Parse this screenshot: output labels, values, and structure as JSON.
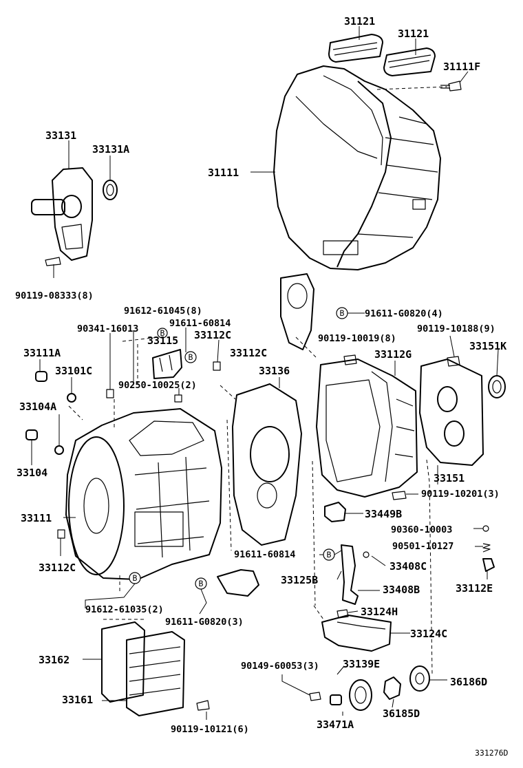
{
  "diagram_id": "331276D",
  "marker_symbol": "B",
  "callouts": {
    "c31121a": "31121",
    "c31121b": "31121",
    "c31111F": "31111F",
    "c33131": "33131",
    "c33131A": "33131A",
    "c31111": "31111",
    "c90119_08333": "90119-08333(8)",
    "c91612_61045": "91612-61045(8)",
    "c91611_G0820_4": "91611-G0820(4)",
    "c90341_16013": "90341-16013",
    "c91611_60814a": "91611-60814",
    "c90119_10019": "90119-10019(8)",
    "c90119_10188": "90119-10188(9)",
    "c33115": "33115",
    "c33112C_a": "33112C",
    "c33111A": "33111A",
    "c33112C_b": "33112C",
    "c33112G": "33112G",
    "c33151K": "33151K",
    "c33101C": "33101C",
    "c90250_10025": "90250-10025(2)",
    "c33136": "33136",
    "c33104A": "33104A",
    "c33104": "33104",
    "c33151": "33151",
    "c90119_10201": "90119-10201(3)",
    "c33111": "33111",
    "c33449B": "33449B",
    "c90360_10003": "90360-10003",
    "c90501_10127": "90501-10127",
    "c33112C_c": "33112C",
    "c91611_60814b": "91611-60814",
    "c33408C": "33408C",
    "c33125B": "33125B",
    "c33408B": "33408B",
    "c33112E": "33112E",
    "c91612_61035": "91612-61035(2)",
    "c33124H": "33124H",
    "c91611_G0820_3": "91611-G0820(3)",
    "c33124C": "33124C",
    "c33162": "33162",
    "c90149_60053": "90149-60053(3)",
    "c33139E": "33139E",
    "c36186D": "36186D",
    "c33161": "33161",
    "c36185D": "36185D",
    "c90119_10121": "90119-10121(6)",
    "c33471A": "33471A"
  }
}
